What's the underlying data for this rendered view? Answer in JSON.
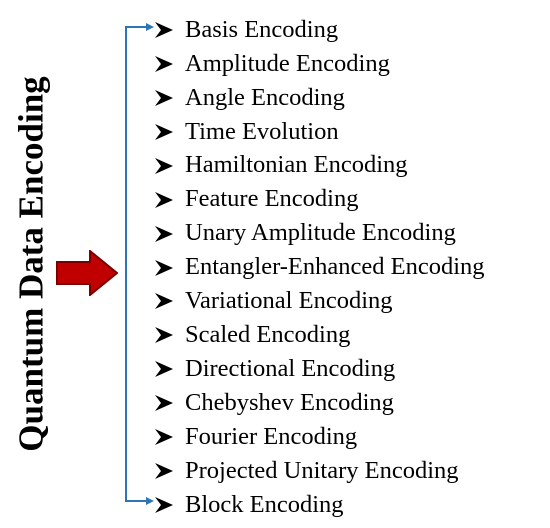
{
  "diagram": {
    "title": "Quantum Data Encoding",
    "colors": {
      "arrow": "#c00000",
      "arrow_outline": "#7a0000",
      "bracket": "#2e75b6",
      "text": "#000000"
    },
    "bullet_icon": "arrowhead-bullet-icon",
    "items": [
      {
        "label": "Basis Encoding"
      },
      {
        "label": "Amplitude Encoding"
      },
      {
        "label": "Angle Encoding"
      },
      {
        "label": "Time Evolution"
      },
      {
        "label": "Hamiltonian Encoding"
      },
      {
        "label": "Feature Encoding"
      },
      {
        "label": "Unary Amplitude Encoding"
      },
      {
        "label": "Entangler-Enhanced Encoding"
      },
      {
        "label": "Variational Encoding"
      },
      {
        "label": "Scaled Encoding"
      },
      {
        "label": "Directional Encoding"
      },
      {
        "label": "Chebyshev Encoding"
      },
      {
        "label": "Fourier Encoding"
      },
      {
        "label": "Projected Unitary Encoding"
      },
      {
        "label": "Block Encoding"
      }
    ]
  }
}
